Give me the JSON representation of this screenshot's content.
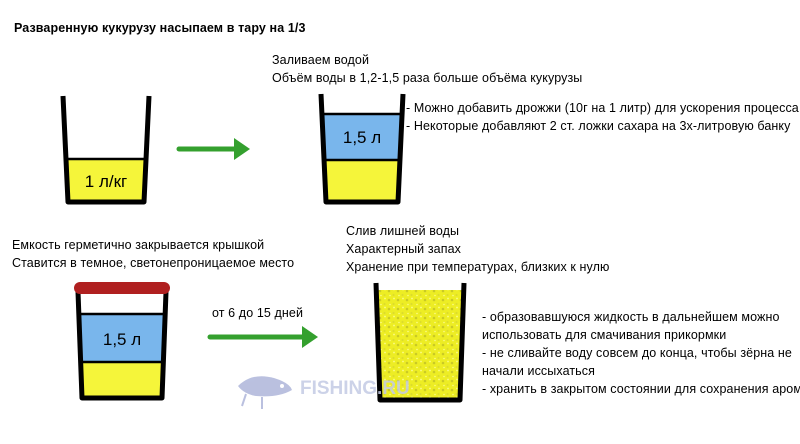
{
  "step1": {
    "caption": "Разваренную кукурузу насыпаем в тару на 1/3",
    "cup_label": "1 л/кг"
  },
  "step2": {
    "title_line1": "Заливаем водой",
    "title_line2": "Объём воды в 1,2-1,5 раза больше объёма кукурузы",
    "cup_label": "1,5 л",
    "notes": [
      "- Можно добавить дрожжи (10г на 1 литр) для ускорения процесса",
      "- Некоторые добавляют 2 ст. ложки сахара на 3х-литровую банку"
    ]
  },
  "step3": {
    "caption_line1": "Емкость герметично закрывается крышкой",
    "caption_line2": "Ставится в темное, светонепроницаемое место",
    "cup_label": "1,5 л",
    "arrow_label": "от 6 до 15 дней"
  },
  "step4": {
    "title_lines": [
      "Слив лишней воды",
      "Характерный запах",
      "Хранение при температурах, близких к нулю"
    ],
    "notes": [
      "- образовавшуюся жидкость в дальнейшем можно",
      "использовать для смачивания прикормки",
      "- не сливайте воду совсем до конца, чтобы зёрна не",
      "начали иссыхаться",
      "- хранить в закрытом состоянии для сохранения аромата"
    ]
  },
  "watermark": {
    "text": "FISHING.RU",
    "icon": "fish-lure-icon"
  },
  "colors": {
    "corn_yellow": "#f5f53a",
    "water_blue": "#79b6ec",
    "arrow_green": "#34a02e",
    "lid_red": "#b02020",
    "outline": "#000000"
  }
}
